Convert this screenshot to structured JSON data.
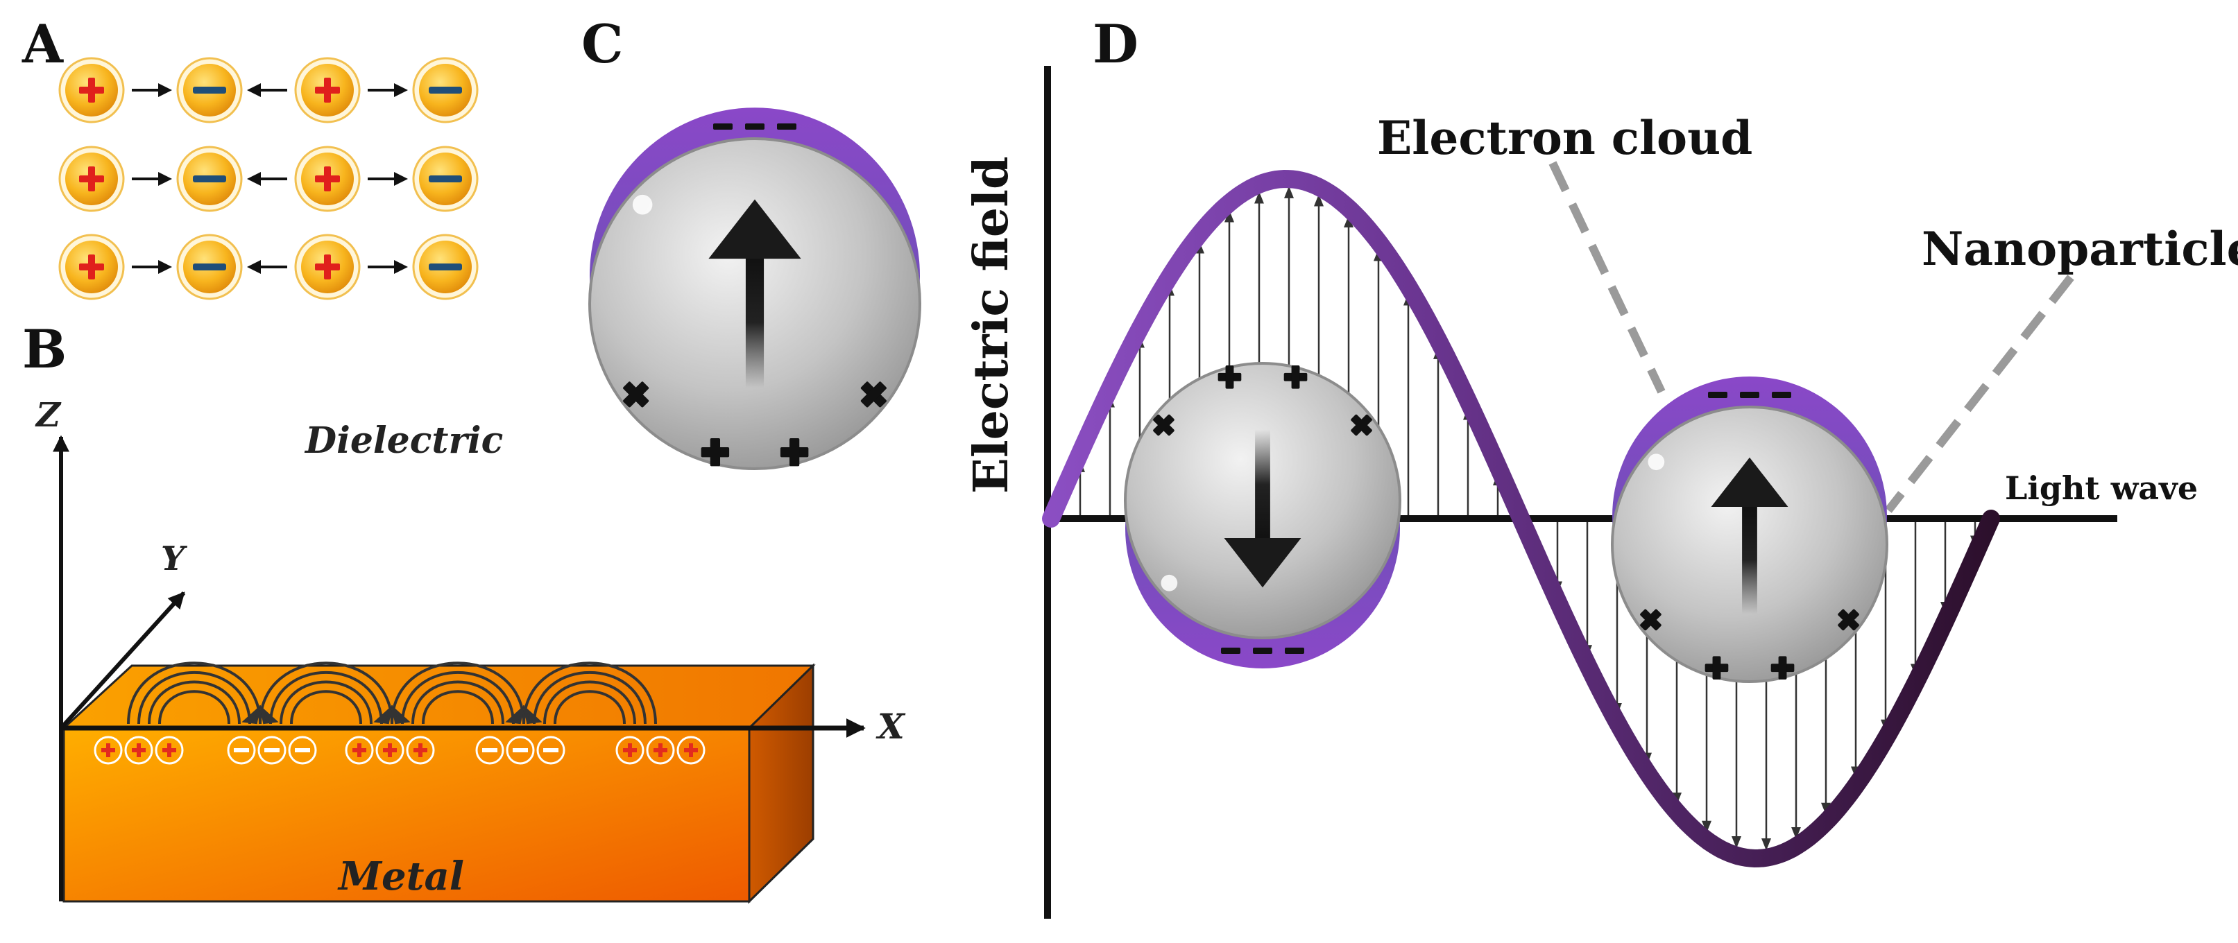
{
  "panels": {
    "a": {
      "letter": "A"
    },
    "b": {
      "letter": "B",
      "axis_z": "Z",
      "axis_y": "Y",
      "axis_x": "X",
      "region_top": "Dielectric",
      "region_bottom": "Metal"
    },
    "c": {
      "letter": "C"
    },
    "d": {
      "letter": "D",
      "y_axis_label": "Electric field",
      "electron_cloud_label": "Electron cloud",
      "nanoparticle_label": "Nanoparticle",
      "light_wave_label": "Light wave"
    }
  },
  "colors": {
    "charge_fill": "#F5B31A",
    "positive_sign": "#E0201C",
    "negative_sign": "#1F4E79",
    "metal_front_left": "#FFA800",
    "metal_front_right": "#F06000",
    "metal_top": "#F58A00",
    "metal_side": "#B84A00",
    "wave_start": "#8A4CC0",
    "wave_end": "#2A0F2A",
    "cloud": "#7B3FC0",
    "sphere": "#C8C8C8",
    "leader_line": "#9A9A9A"
  },
  "icons": [
    "positive-charge-icon",
    "negative-charge-icon",
    "arrow-icon",
    "sphere-icon",
    "electron-cloud-icon"
  ]
}
